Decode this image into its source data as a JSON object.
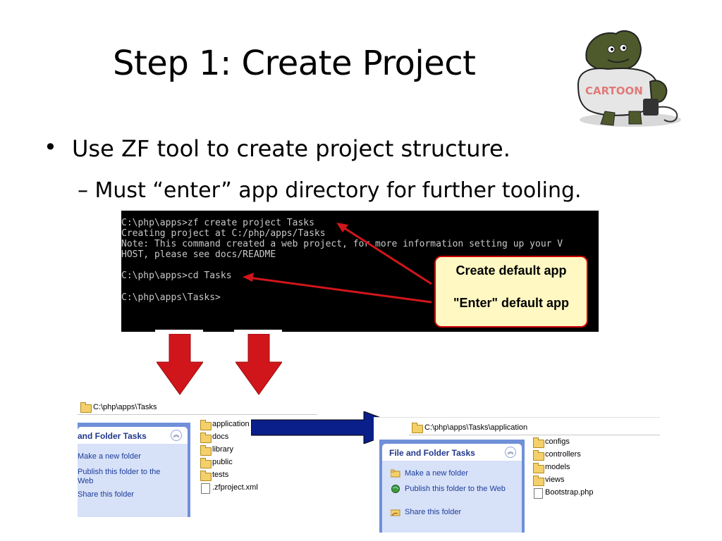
{
  "slide": {
    "title": "Step 1: Create Project",
    "bullet": "Use ZF tool to create project structure.",
    "sub_bullet": "– Must “enter” app directory for further tooling.",
    "bullet_glyph": "•",
    "mascot_text": "CARTOON"
  },
  "console": {
    "lines": [
      "C:\\php\\apps>zf create project Tasks",
      "Creating project at C:/php/apps/Tasks",
      "Note: This command created a web project, for more information setting up your V",
      "HOST, please see docs/README",
      "C:\\php\\apps>cd Tasks",
      "C:\\php\\apps\\Tasks>"
    ],
    "callout_create": "Create default app",
    "callout_enter": "\"Enter\" default app"
  },
  "explorer_left": {
    "address": "C:\\php\\apps\\Tasks",
    "tasks_title": "and Folder Tasks",
    "tasks": [
      "Make a new folder",
      "Publish this folder to the Web",
      "Share this folder"
    ],
    "files": [
      "application",
      "docs",
      "library",
      "public",
      "tests",
      ".zfproject.xml"
    ]
  },
  "explorer_right": {
    "address": "C:\\php\\apps\\Tasks\\application",
    "tasks_title": "File and Folder Tasks",
    "tasks": [
      "Make a new folder",
      "Publish this folder to the Web",
      "Share this folder"
    ],
    "files": [
      "configs",
      "controllers",
      "models",
      "views",
      "Bootstrap.php"
    ]
  },
  "colors": {
    "arrow_red": "#d0161b",
    "arrow_blue": "#0b1f8a",
    "callout_fill": "#fff8c2",
    "task_blue": "#6f90d9"
  },
  "icons": [
    "down-arrow-icon",
    "right-arrow-icon",
    "folder-icon",
    "globe-icon",
    "share-icon",
    "new-folder-icon",
    "chevron-up-icon"
  ]
}
